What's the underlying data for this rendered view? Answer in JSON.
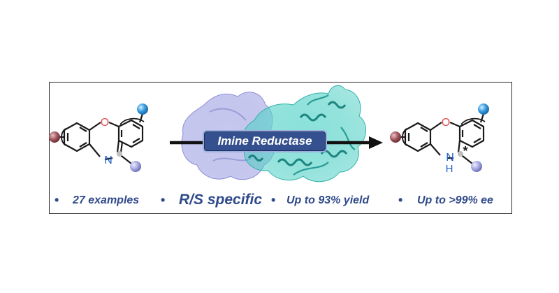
{
  "enzyme_label": "Imine Reductase",
  "atoms": {
    "left_O": "O",
    "left_N": "N",
    "right_O": "O",
    "right_N": "N",
    "right_H": "H",
    "stereo_mark": "*"
  },
  "bullets": {
    "examples": "27 examples",
    "specificity": "R/S specific",
    "yield": "Up to  93% yield",
    "ee": "Up to  >99% ee",
    "bullet_char": "•"
  },
  "colors": {
    "bond": "#1a1a1a",
    "oxygen": "#e0504f",
    "nitrogen": "#1f5fcf",
    "substituent_red": "#a3545c",
    "substituent_blue": "#3a9de0",
    "substituent_purple": "#a4a6df",
    "enzyme_lavender": "#9c9ee0",
    "enzyme_teal": "#1a9c94",
    "label_bg": "#34508f",
    "bullet_text": "#2f4a8a"
  }
}
